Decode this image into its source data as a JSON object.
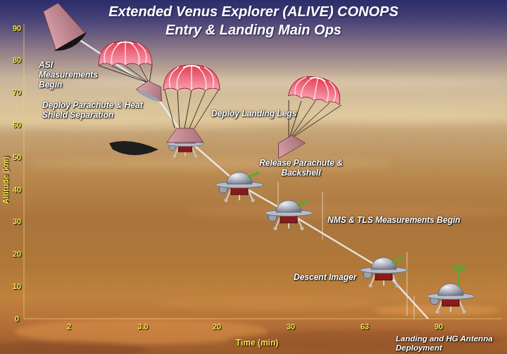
{
  "diagram": {
    "title": "Extended Venus Explorer (ALIVE) CONOPS",
    "labels": [
      "Entry & Landing Main Ops",
      "90",
      "80",
      "70",
      "60",
      "50",
      "40",
      "30",
      "20",
      "10",
      "0",
      "Altitude (km)",
      "ASI Measurements Begin",
      "Deploy Parachute & Heat Shield Separation",
      "Deploy Landing Legs",
      "Release Parachute & Backshell",
      "NMS & TLS Measurements Begin",
      "Descent Imager",
      "2",
      "3.0",
      "20",
      "30",
      "63",
      "90",
      "Time (min)",
      "Landing and HG Antenna Deployment"
    ]
  }
}
